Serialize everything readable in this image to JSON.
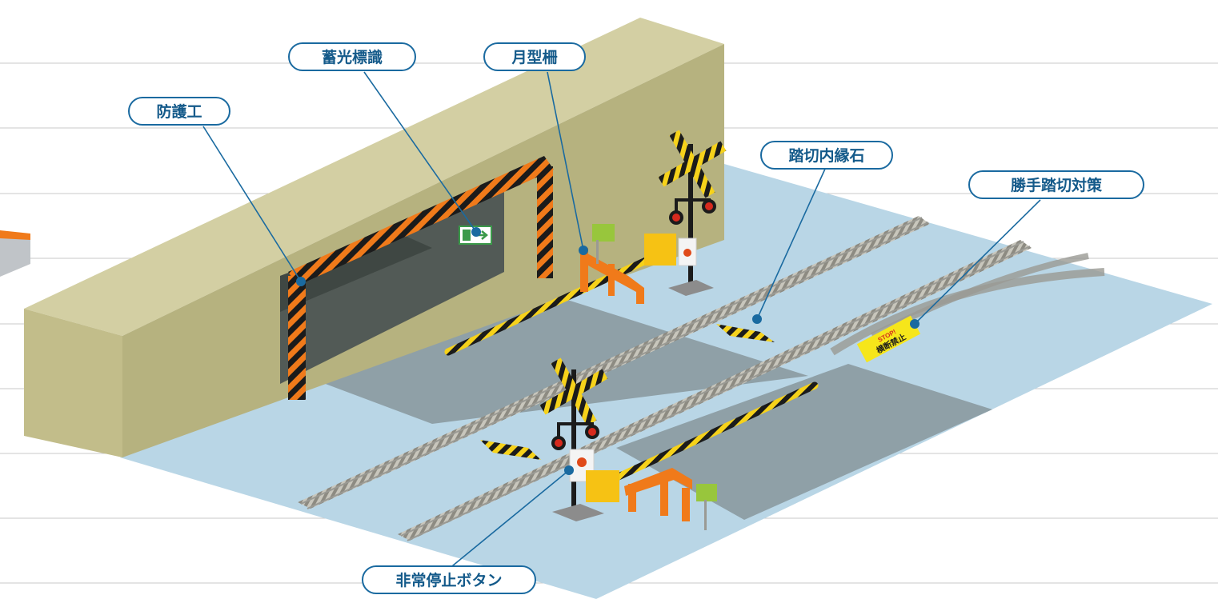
{
  "labels": {
    "protection": "防護工",
    "luminous_sign": "蓄光標識",
    "moon_fence": "月型柵",
    "curb_stone": "踏切内縁石",
    "trespass_measures": "勝手踏切対策",
    "emergency_button": "非常停止ボタン"
  },
  "sign_text": {
    "stop": "STOP!",
    "no_crossing": "横断禁止"
  },
  "colors": {
    "leader_line": "#1a6aa0",
    "label_border": "#1a6aa0",
    "label_text": "#145a8a",
    "ground": "#b9d6e6",
    "embankment_top": "#d3cfa3",
    "embankment_front": "#c2bd8a",
    "hazard_orange": "#f07a1a",
    "hazard_black": "#1b1b1b",
    "warning_yellow": "#f6d21a",
    "rail": "#9a9a94"
  },
  "icons": [
    "exit-sign-icon",
    "crossing-signal-icon",
    "emergency-button-icon"
  ]
}
